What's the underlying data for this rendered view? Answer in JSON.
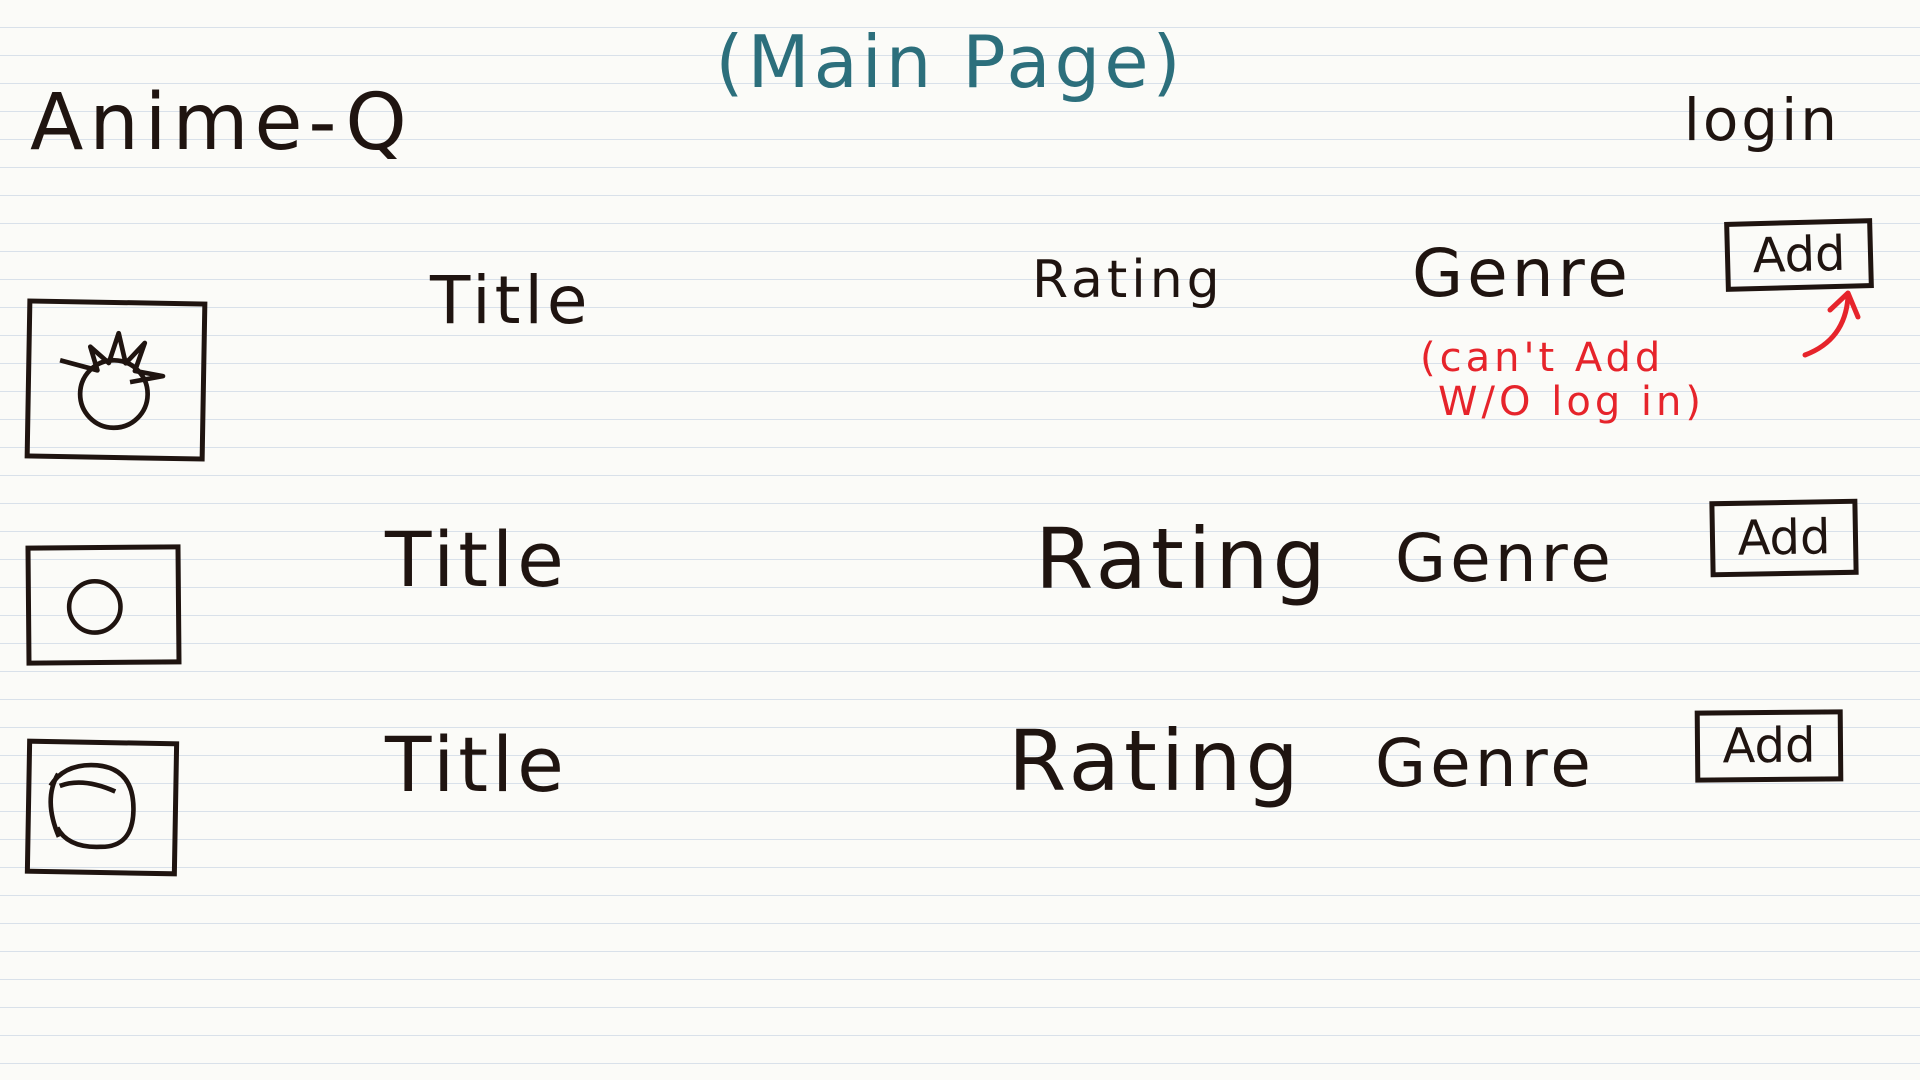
{
  "page_heading": "(Main Page)",
  "header": {
    "app_title": "Anime-Q",
    "login_label": "login"
  },
  "anime_list": [
    {
      "title": "Title",
      "rating": "Rating",
      "genre": "Genre",
      "add_label": "Add",
      "thumbnail_icon": "tomato-icon"
    },
    {
      "title": "Title",
      "rating": "Rating",
      "genre": "Genre",
      "add_label": "Add",
      "thumbnail_icon": "circle-icon"
    },
    {
      "title": "Title",
      "rating": "Rating",
      "genre": "Genre",
      "add_label": "Add",
      "thumbnail_icon": "character-face-icon"
    }
  ],
  "annotation": {
    "line1": "(can't Add",
    "line2": "W/O log in)"
  },
  "colors": {
    "ink": "#1f1410",
    "heading": "#2c6f7c",
    "annotation": "#e6242b",
    "paper": "#fbfbf8",
    "rule_line": "#d9e1ea"
  }
}
